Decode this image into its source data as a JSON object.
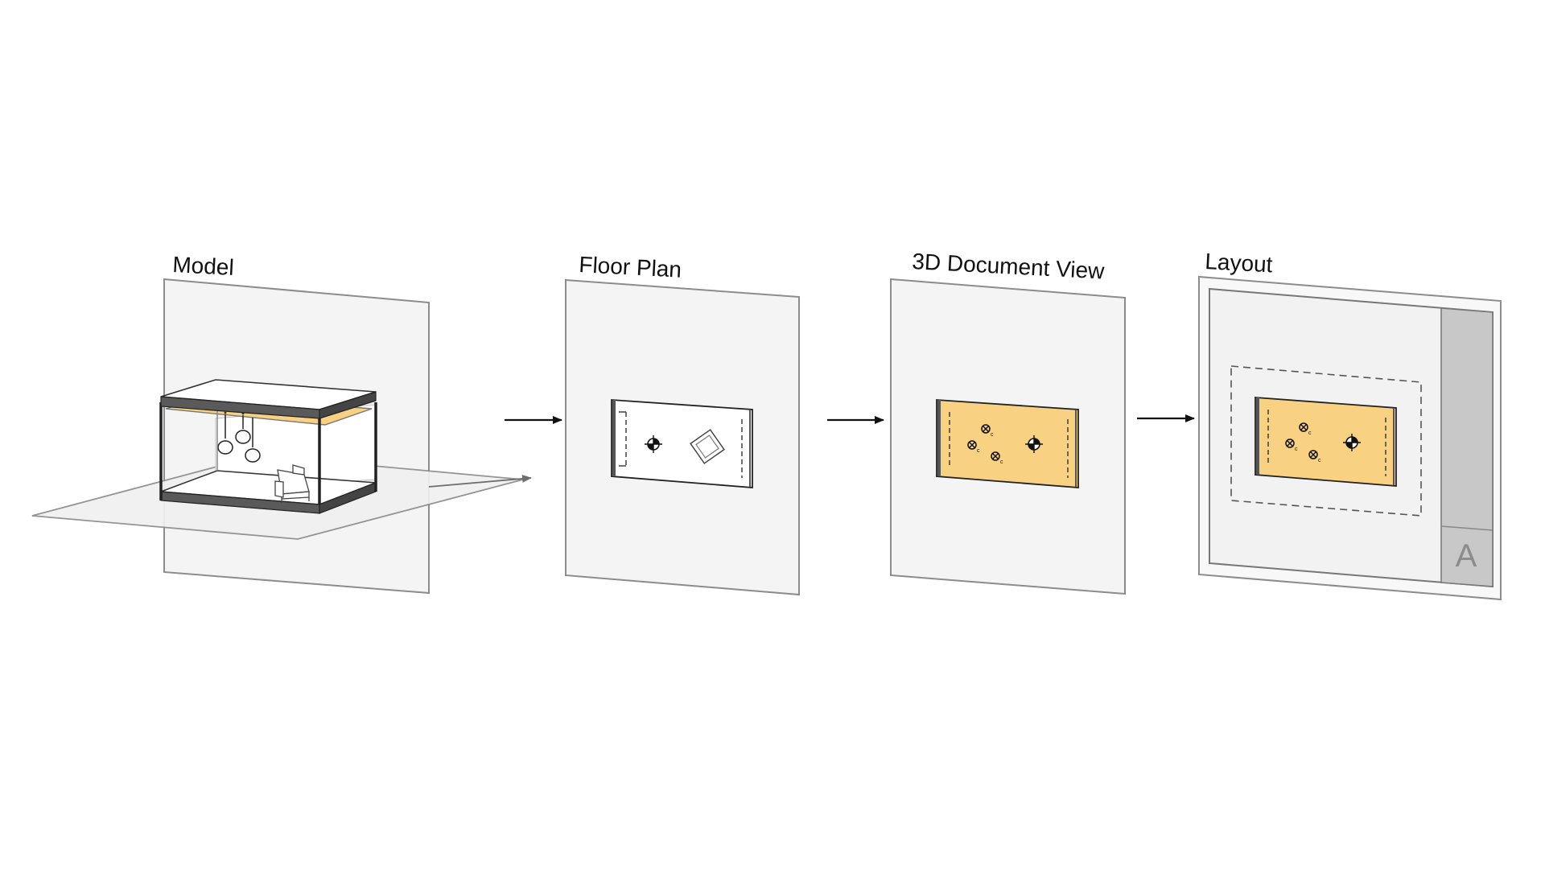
{
  "colors": {
    "background": "#ffffff",
    "panel_fill": "#f4f4f4",
    "panel_stroke": "#8c8c8c",
    "highlight_fill": "#f8d182",
    "slab_fill": "#5a5a5a",
    "title_block_fill": "#c8c8c8",
    "arrow": "#111111"
  },
  "stages": [
    {
      "id": "model",
      "label": "Model"
    },
    {
      "id": "floor-plan",
      "label": "Floor Plan"
    },
    {
      "id": "3d-document-view",
      "label": "3D Document View"
    },
    {
      "id": "layout",
      "label": "Layout"
    }
  ],
  "layout_sheet": {
    "title_block_letter": "A"
  },
  "icons": {
    "light_fixture": "light-fixture-icon",
    "chair": "chair-icon",
    "camera_target": "camera-target-icon",
    "light_symbol": "light-symbol-icon"
  }
}
